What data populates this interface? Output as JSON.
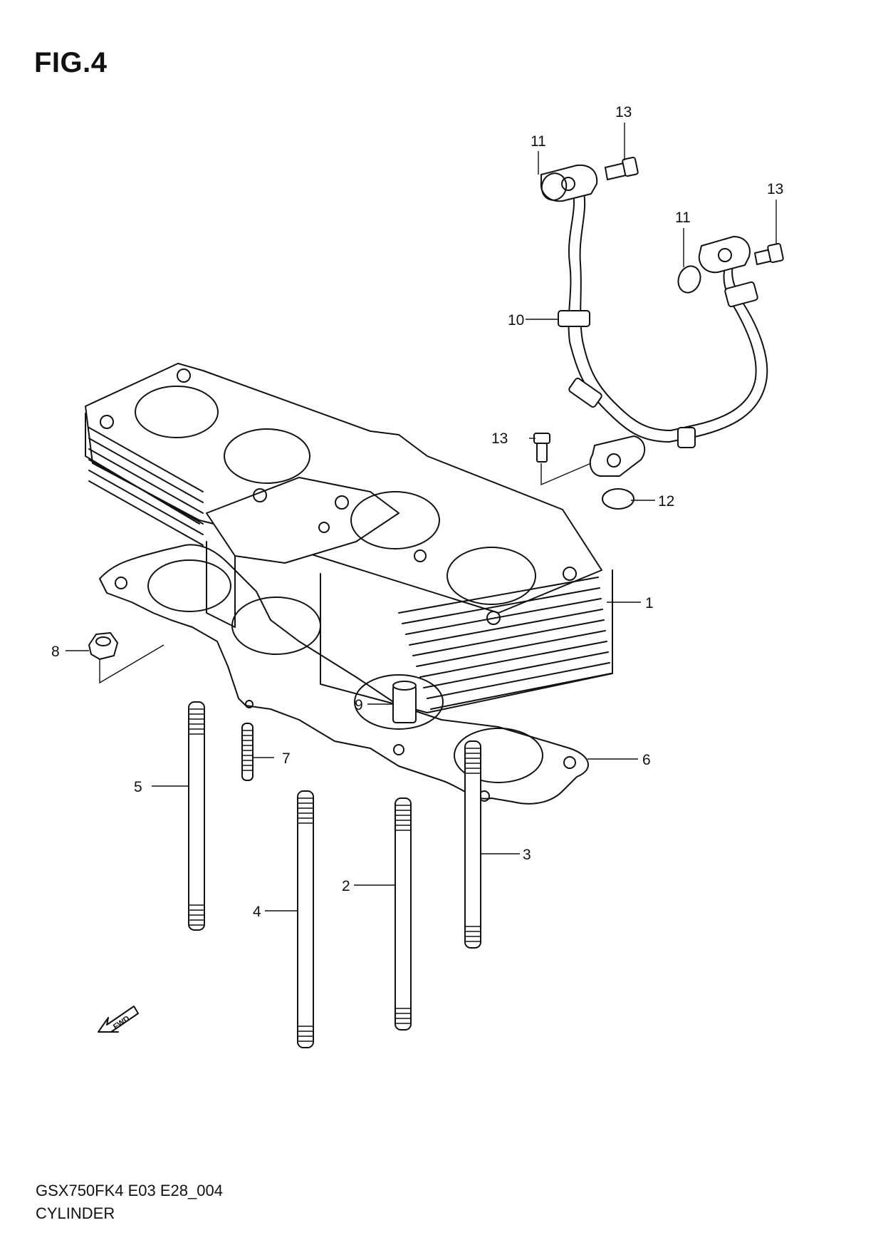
{
  "figure": {
    "title": "FIG.4"
  },
  "callouts": {
    "c1": "1",
    "c2": "2",
    "c3": "3",
    "c4": "4",
    "c5": "5",
    "c6": "6",
    "c7": "7",
    "c8": "8",
    "c9": "9",
    "c10": "10",
    "c11a": "11",
    "c11b": "11",
    "c12": "12",
    "c13a": "13",
    "c13b": "13",
    "c13c": "13"
  },
  "direction_marker": {
    "label": "FWD"
  },
  "footer": {
    "code": "GSX750FK4 E03 E28_004",
    "name": "CYLINDER"
  }
}
